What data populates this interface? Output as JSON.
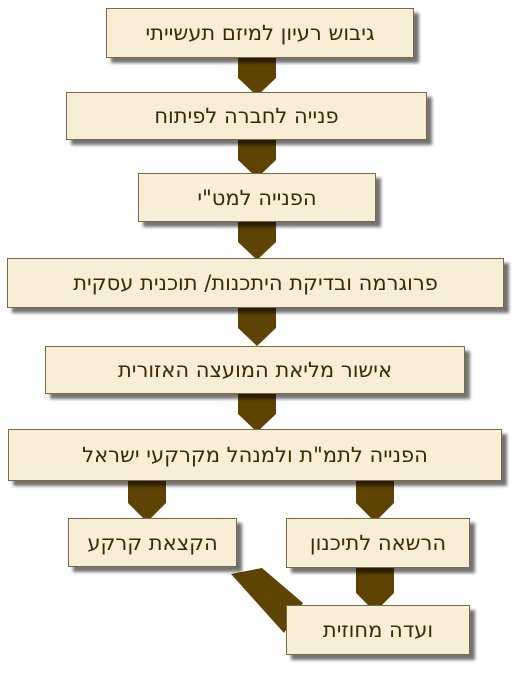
{
  "diagram": {
    "steps": [
      "גיבוש רעיון למיזם תעשייתי",
      "פנייה לחברה לפיתוח",
      "הפנייה למט\"י",
      "פרוגרמה ובדיקת היתכנות/ תוכנית עסקית",
      "אישור מליאת המועצה האזורית",
      "הפנייה לתמ\"ת ולמנהל מקרקעי ישראל"
    ],
    "branch_left": "הקצאת קרקע",
    "branch_right": "הרשאה לתיכנון",
    "final_step": "ועדה מחוזית"
  },
  "colors": {
    "box_fill": "#f8edd5",
    "text": "#3d2a00",
    "arrow": "#5e4305"
  }
}
